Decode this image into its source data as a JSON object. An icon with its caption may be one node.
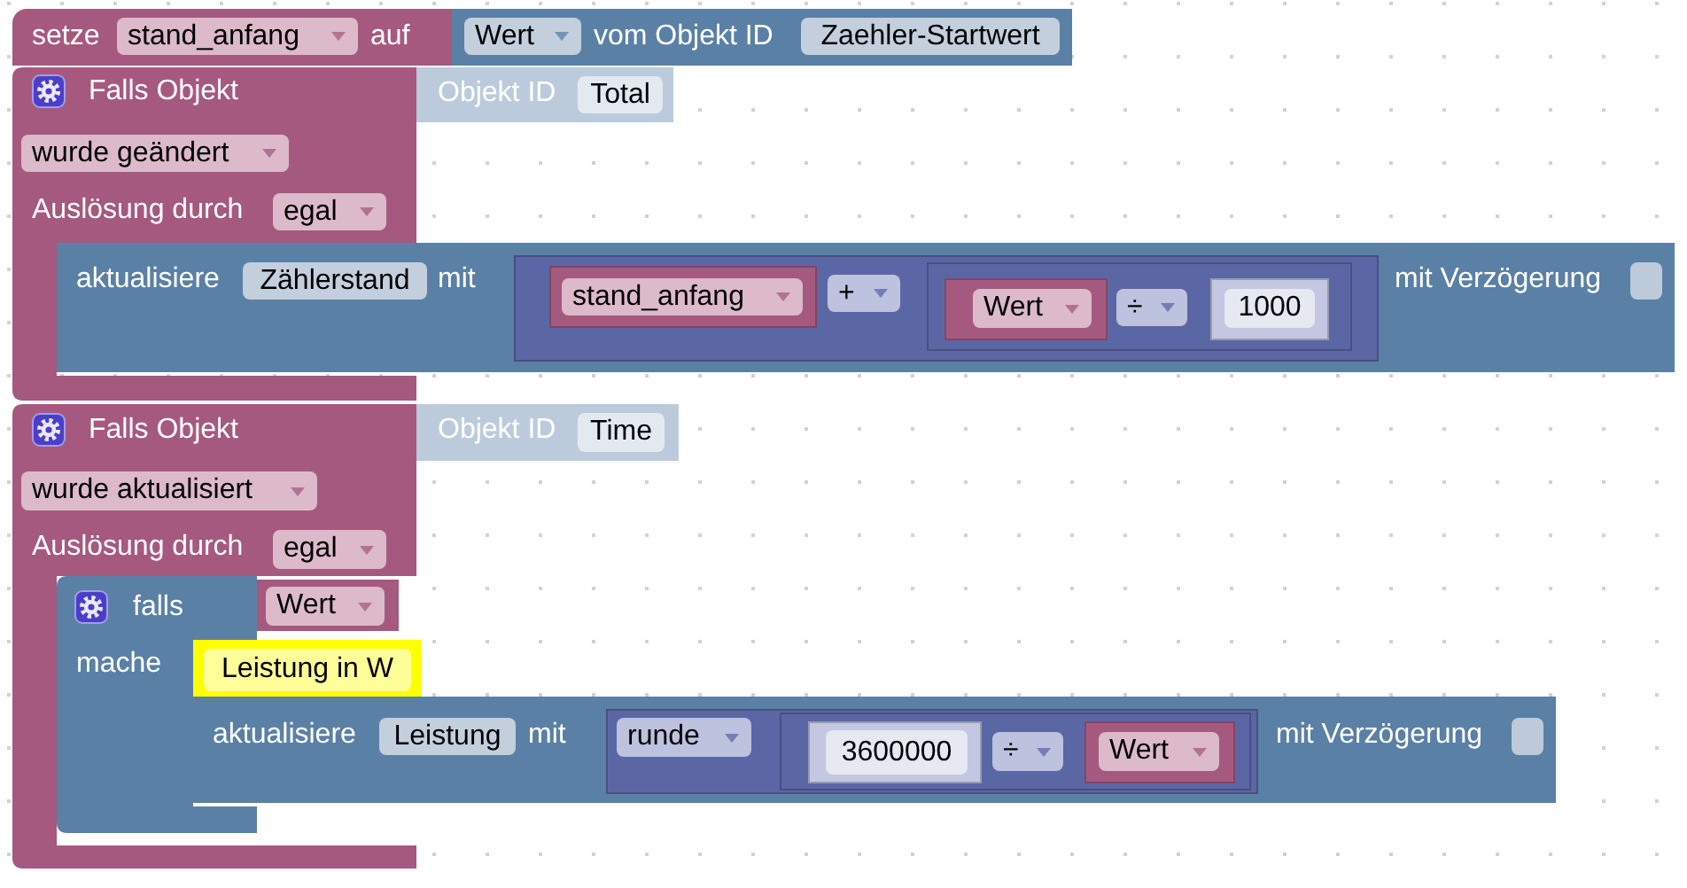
{
  "diagram": {
    "nodes": [
      {
        "text": [
          "setze",
          "stand_anfang",
          "auf"
        ]
      },
      {
        "text": [
          "Wert",
          "vom Objekt ID",
          "Zaehler-Startwert"
        ]
      },
      {
        "text": [
          "Falls Objekt",
          "wurde geändert",
          "Auslösung durch",
          "egal"
        ]
      },
      {
        "text": [
          "Objekt ID",
          "Total"
        ]
      },
      {
        "text": [
          "aktualisiere",
          "Zählerstand",
          "mit",
          "mit Verzögerung"
        ]
      },
      {
        "text": [
          "+"
        ],
        "in": 4
      },
      {
        "text": [
          "stand_anfang"
        ],
        "in": 5
      },
      {
        "text": [
          "÷"
        ],
        "in": 5
      },
      {
        "text": [
          "Wert"
        ],
        "in": 7
      },
      {
        "text": [
          "1000"
        ],
        "in": 7
      },
      {
        "text": [
          "Falls Objekt",
          "wurde aktualisiert",
          "Auslösung durch",
          "egal"
        ]
      },
      {
        "text": [
          "Objekt ID",
          "Time"
        ]
      },
      {
        "text": [
          "falls",
          "mache"
        ]
      },
      {
        "text": [
          "Wert"
        ]
      },
      {
        "text": [
          "Leistung in W"
        ]
      },
      {
        "text": [
          "aktualisiere",
          "Leistung",
          "mit",
          "mit Verzögerung"
        ]
      },
      {
        "text": [
          "runde"
        ],
        "in": 15
      },
      {
        "text": [
          "÷"
        ],
        "in": 16
      },
      {
        "text": [
          "3600000"
        ],
        "in": 17
      },
      {
        "text": [
          "Wert"
        ],
        "in": 17
      }
    ]
  }
}
